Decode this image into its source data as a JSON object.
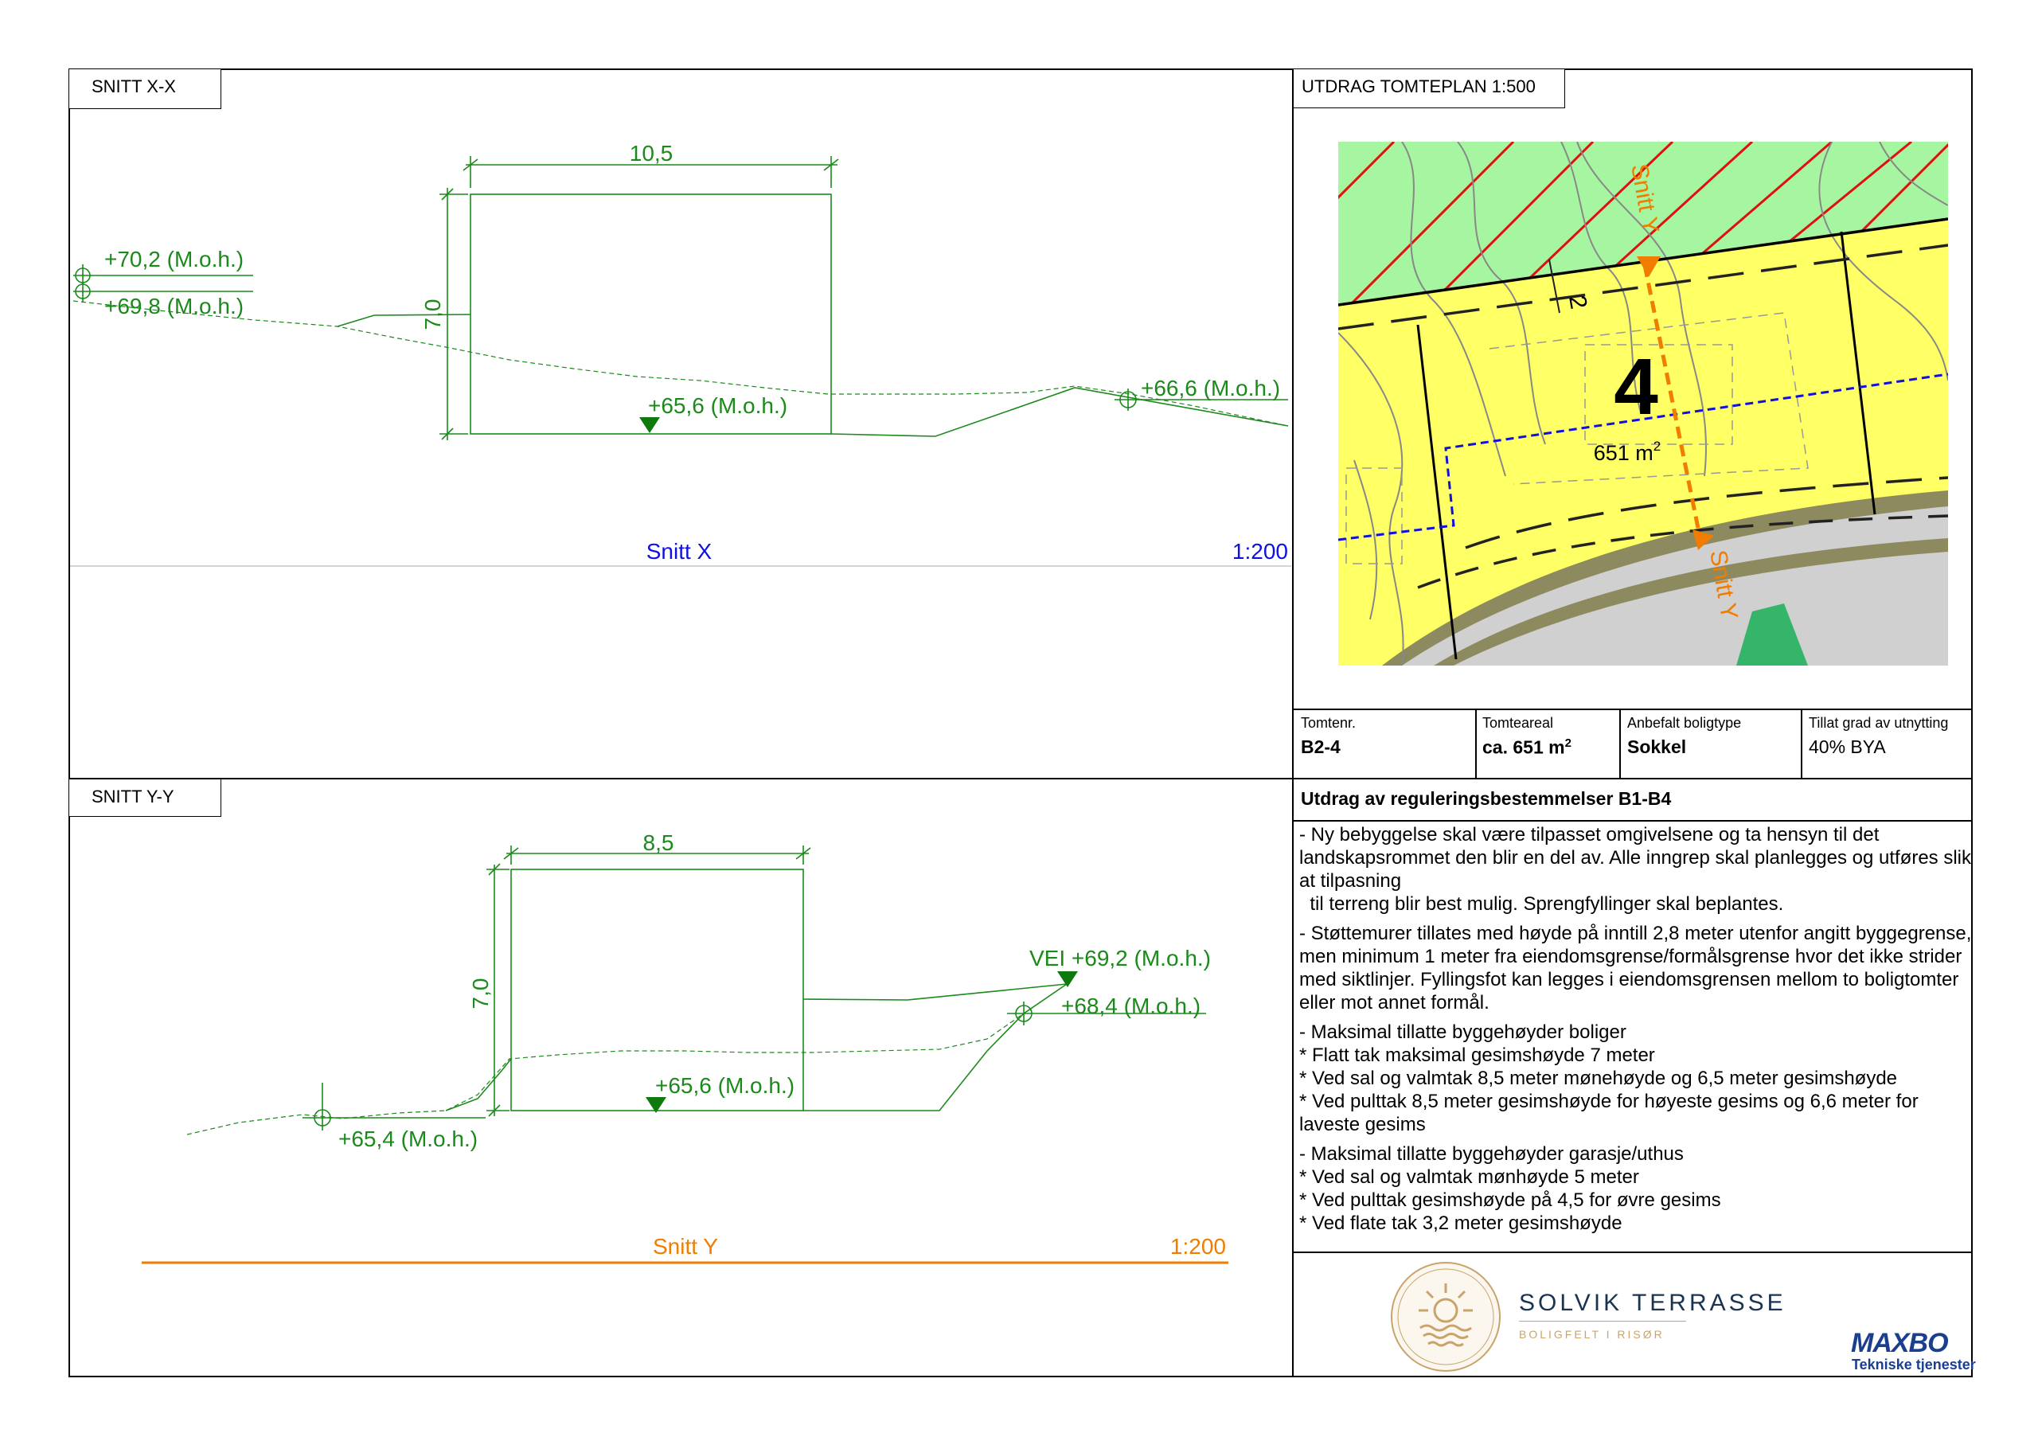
{
  "snitt_xx": {
    "title": "SNITT X-X",
    "width_dim": "10,5",
    "height_dim": "7,0",
    "elev_top1": "+70,2 (M.o.h.)",
    "elev_top2": "+69,8 (M.o.h.)",
    "elev_floor": "+65,6 (M.o.h.)",
    "elev_right": "+66,6 (M.o.h.)",
    "section_name": "Snitt X",
    "scale": "1:200"
  },
  "snitt_yy": {
    "title": "SNITT Y-Y",
    "width_dim": "8,5",
    "height_dim": "7,0",
    "elev_road": "VEI +69,2 (M.o.h.)",
    "elev_right": "+68,4 (M.o.h.)",
    "elev_floor": "+65,6 (M.o.h.)",
    "elev_left": "+65,4 (M.o.h.)",
    "section_name": "Snitt Y",
    "scale": "1:200"
  },
  "tomteplan": {
    "title": "UTDRAG TOMTEPLAN 1:500",
    "lot_number": "4",
    "area_num": "651 m",
    "area_sup": "2",
    "section_label_top": "Snitt Y",
    "section_label_bottom": "Snitt Y",
    "dim_label": "2"
  },
  "info": {
    "tomtenr_label": "Tomtenr.",
    "tomtenr_value": "B2-4",
    "areal_label": "Tomteareal",
    "areal_value": "ca. 651 m",
    "areal_sup": "2",
    "boligtype_label": "Anbefalt boligtype",
    "boligtype_value": "Sokkel",
    "utnytting_label": "Tillat grad av utnytting",
    "utnytting_value": "40% BYA"
  },
  "bestemmelser": {
    "heading": "Utdrag av reguleringsbestemmelser B1-B4",
    "paragraphs": [
      "- Ny bebyggelse skal være tilpasset omgivelsene og ta hensyn til det landskapsrommet den blir en del av. Alle inngrep skal planlegges og utføres slik at tilpasning\n  til terreng blir best mulig. Sprengfyllinger skal beplantes.",
      "- Støttemurer tillates med høyde på inntill 2,8 meter utenfor angitt byggegrense, men minimum 1 meter fra eiendomsgrense/formålsgrense hvor det ikke strider\nmed siktlinjer. Fyllingsfot kan legges i eiendomsgrensen mellom to boligtomter eller mot annet formål.",
      "- Maksimal tillatte byggehøyder boliger\n* Flatt tak maksimal gesimshøyde 7 meter\n* Ved sal og valmtak 8,5 meter mønehøyde og 6,5 meter gesimshøyde\n* Ved pulttak 8,5 meter gesimshøyde for høyeste gesims og 6,6 meter for laveste gesims",
      "- Maksimal tillatte byggehøyder garasje/uthus\n* Ved sal og valmtak mønhøyde 5 meter\n* Ved pulttak gesimshøyde på 4,5 for øvre gesims\n* Ved flate tak 3,2 meter gesimshøyde"
    ]
  },
  "branding": {
    "project_name": "SOLVIK TERRASSE",
    "project_sub": "BOLIGFELT I RISØR",
    "company_name": "MAXBO",
    "company_sub": "Tekniske tjenester"
  },
  "colors": {
    "green": "#1a8a1a",
    "blue": "#1010e0",
    "orange": "#f07d00",
    "plan_yellow": "#ffff66",
    "plan_green": "#a6f5a0",
    "gold": "#c9a46a",
    "maxbo_blue": "#1b3f8f"
  }
}
